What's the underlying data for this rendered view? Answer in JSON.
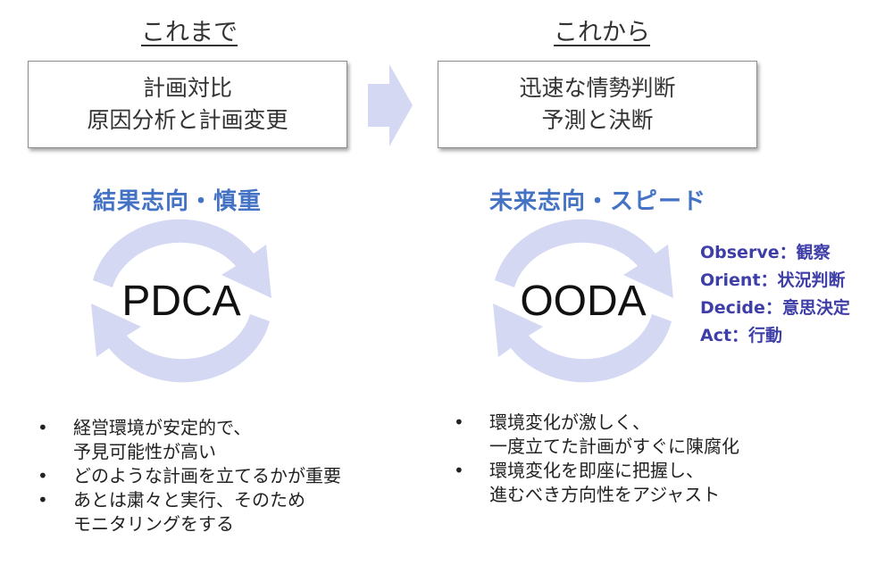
{
  "headings": {
    "before": "これまで",
    "after": "これから"
  },
  "boxes": {
    "before": {
      "line1": "計画対比",
      "line2": "原因分析と計画変更"
    },
    "after": {
      "line1": "迅速な情勢判断",
      "line2": "予測と決断"
    }
  },
  "subtitles": {
    "before": "結果志向・慎重",
    "after": "未来志向・スピード"
  },
  "cycles": {
    "before": "PDCA",
    "after": "OODA"
  },
  "ooda_legend": [
    "Observe：観察",
    "Orient：状況判断",
    "Decide：意思決定",
    "Act：行動"
  ],
  "bullets": {
    "before": [
      {
        "line1": "経営環境が安定的で、",
        "line2": "予見可能性が高い"
      },
      {
        "line1": "どのような計画を立てるかが重要",
        "line2": ""
      },
      {
        "line1": "あとは粛々と実行、そのため",
        "line2": "モニタリングをする"
      }
    ],
    "after": [
      {
        "line1": "環境変化が激しく、",
        "line2": "一度立てた計画がすぐに陳腐化"
      },
      {
        "line1": "環境変化を即座に把握し、",
        "line2": "進むべき方向性をアジャスト"
      }
    ]
  },
  "colors": {
    "cycle_arrow": "#d4d8f2",
    "subtitle": "#4472c4",
    "legend": "#3e3ea8"
  }
}
